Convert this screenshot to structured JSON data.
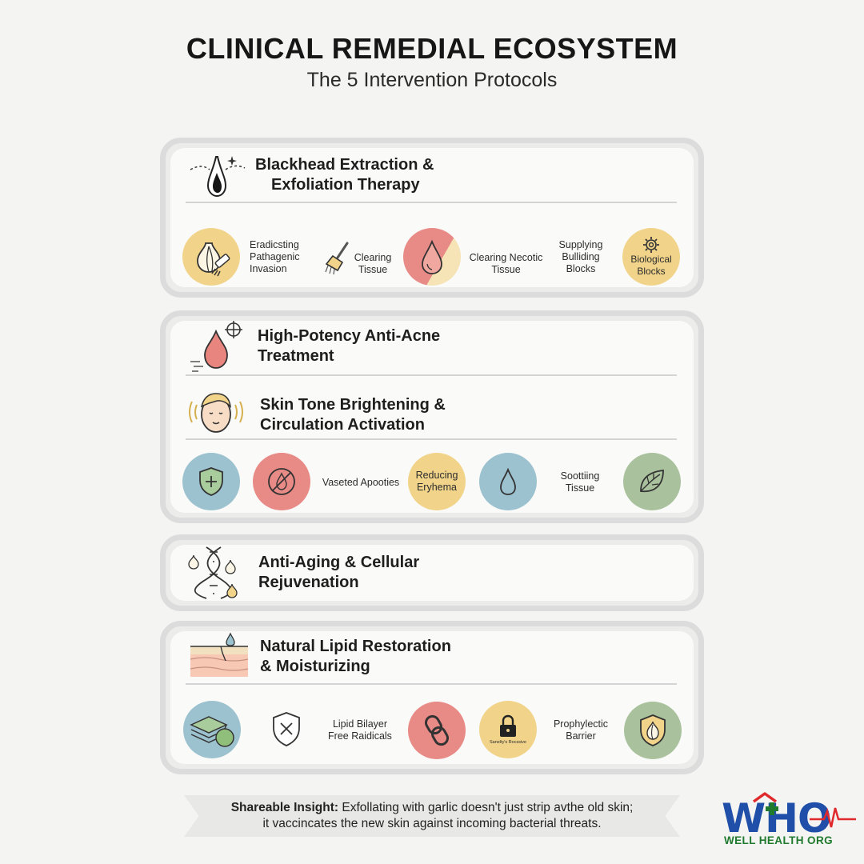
{
  "header": {
    "title": "CLINICAL REMEDIAL ECOSYSTEM",
    "subtitle": "The 5 Intervention Protocols"
  },
  "sections": {
    "s1": {
      "title_line1": "Blackhead Extraction &",
      "title_line2": "Exfoliation Therapy",
      "icon": "blackhead-pore-icon",
      "items": {
        "l1": [
          "Eradicsting",
          "Pathagenic",
          "Invasion"
        ],
        "l2": [
          "Clearing",
          "Tissue"
        ],
        "l3": [
          "Clearing Necotic",
          "Tissue"
        ],
        "l4": [
          "Supplying",
          "Bulliding",
          "Blocks"
        ],
        "c4": [
          "Biological",
          "Blocks"
        ]
      }
    },
    "s2": {
      "title_line1": "High-Potency Anti-Acne",
      "title_line2": "Treatment",
      "icon": "acne-droplet-icon"
    },
    "s3": {
      "title_line1": "Skin Tone Brightening &",
      "title_line2": "Circulation Activation",
      "icon": "glowing-face-icon",
      "items": {
        "l1": "Vaseted Apooties",
        "c3": [
          "Reducing",
          "Eryhema"
        ],
        "l2": [
          "Soottiing",
          "Tissue"
        ]
      }
    },
    "s4": {
      "title_line1": "Anti-Aging & Cellular",
      "title_line2": "Rejuvenation",
      "icon": "dna-garlic-icon"
    },
    "s5": {
      "title_line1": "Natural Lipid Restoration",
      "title_line2": "& Moisturizing",
      "icon": "skin-layer-icon",
      "items": {
        "l1": [
          "Lipid Bilayer",
          "Free Raidicals"
        ],
        "c4": "Sanelty's Rocssive",
        "l2": [
          "Prophylectic",
          "Barrier"
        ]
      }
    }
  },
  "insight": {
    "label": "Shareable Insight:",
    "line1": " Exfollating with garlic doesn't just strip avthe old skin;",
    "line2": "it vaccincates the new skin against incoming bacterial threats."
  },
  "logo": {
    "letters": "WHO",
    "sub": "WELL HEALTH ORG"
  },
  "colors": {
    "yellow": "#f1d48a",
    "red": "#e88a86",
    "blue": "#9cc2cf",
    "green": "#a9c29d",
    "logo_blue": "#1f4fa8",
    "logo_red": "#e0292d",
    "logo_green": "#1f7a2e"
  }
}
